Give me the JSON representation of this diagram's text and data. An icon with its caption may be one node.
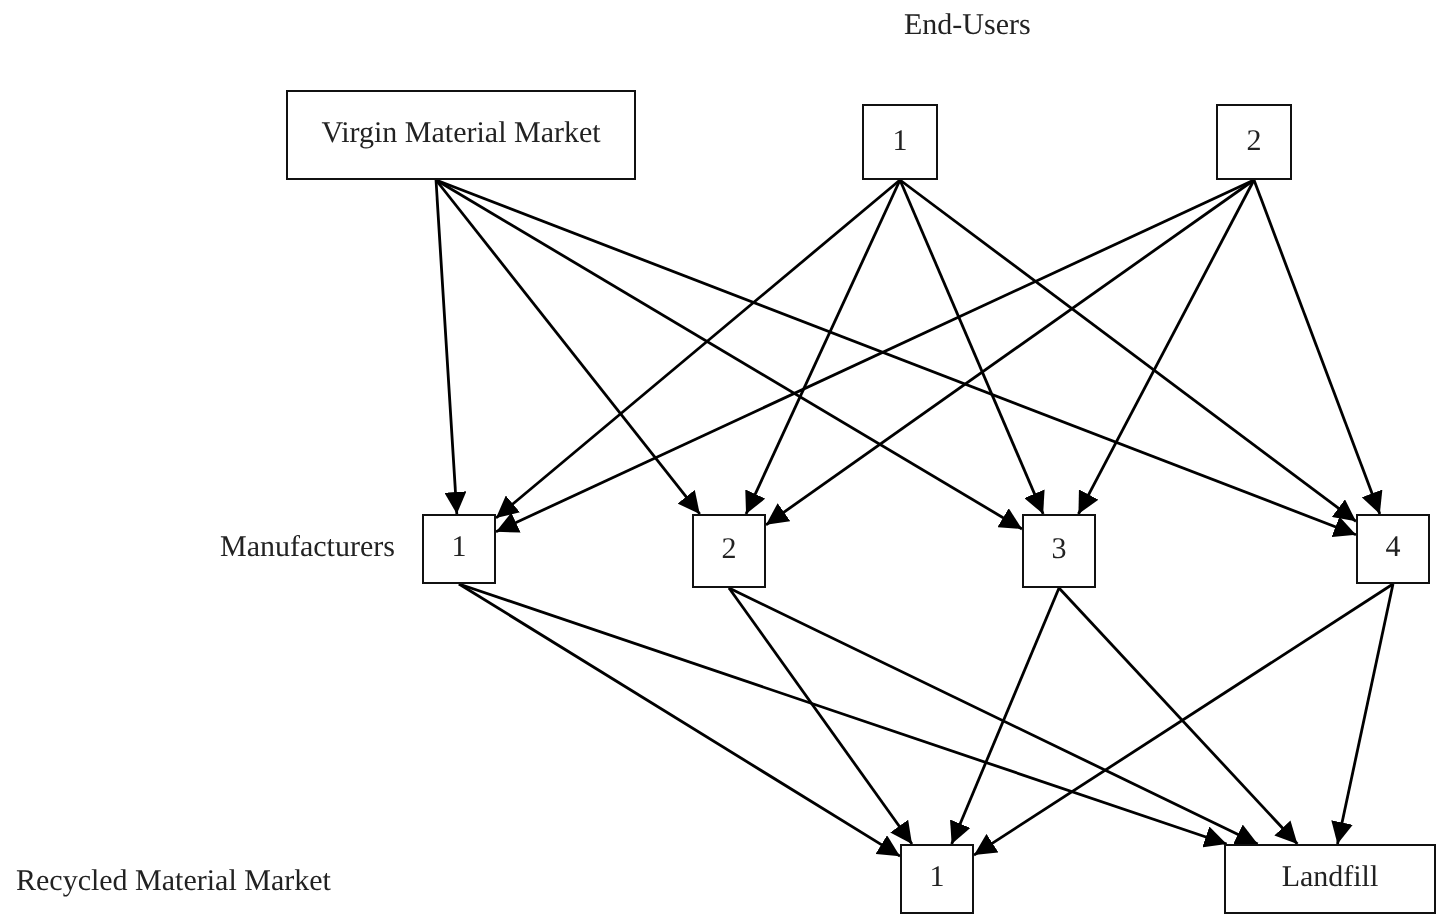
{
  "diagram": {
    "nodes": [
      {
        "text": [
          "Virgin Material Market"
        ]
      },
      {
        "text": [
          "1"
        ]
      },
      {
        "text": [
          "2"
        ]
      },
      {
        "text": [
          "1"
        ]
      },
      {
        "text": [
          "2"
        ]
      },
      {
        "text": [
          "3"
        ]
      },
      {
        "text": [
          "4"
        ]
      },
      {
        "text": [
          "1"
        ]
      },
      {
        "text": [
          "Landfill"
        ]
      }
    ],
    "edges": [
      {
        "from": 0,
        "to": 3,
        "arrow": "to"
      },
      {
        "from": 0,
        "to": 4,
        "arrow": "to"
      },
      {
        "from": 0,
        "to": 5,
        "arrow": "to"
      },
      {
        "from": 0,
        "to": 6,
        "arrow": "to"
      },
      {
        "from": 1,
        "to": 3,
        "arrow": "to"
      },
      {
        "from": 1,
        "to": 4,
        "arrow": "to"
      },
      {
        "from": 1,
        "to": 5,
        "arrow": "to"
      },
      {
        "from": 1,
        "to": 6,
        "arrow": "to"
      },
      {
        "from": 2,
        "to": 3,
        "arrow": "to"
      },
      {
        "from": 2,
        "to": 4,
        "arrow": "to"
      },
      {
        "from": 2,
        "to": 5,
        "arrow": "to"
      },
      {
        "from": 2,
        "to": 6,
        "arrow": "to"
      },
      {
        "from": 3,
        "to": 7,
        "arrow": "to"
      },
      {
        "from": 3,
        "to": 8,
        "arrow": "to"
      },
      {
        "from": 4,
        "to": 7,
        "arrow": "to"
      },
      {
        "from": 4,
        "to": 8,
        "arrow": "to"
      },
      {
        "from": 5,
        "to": 7,
        "arrow": "to"
      },
      {
        "from": 5,
        "to": 8,
        "arrow": "to"
      },
      {
        "from": 6,
        "to": 7,
        "arrow": "to"
      },
      {
        "from": 6,
        "to": 8,
        "arrow": "to"
      }
    ],
    "labels": [
      "End-Users",
      "Manufacturers",
      "Recycled Material Market"
    ]
  }
}
